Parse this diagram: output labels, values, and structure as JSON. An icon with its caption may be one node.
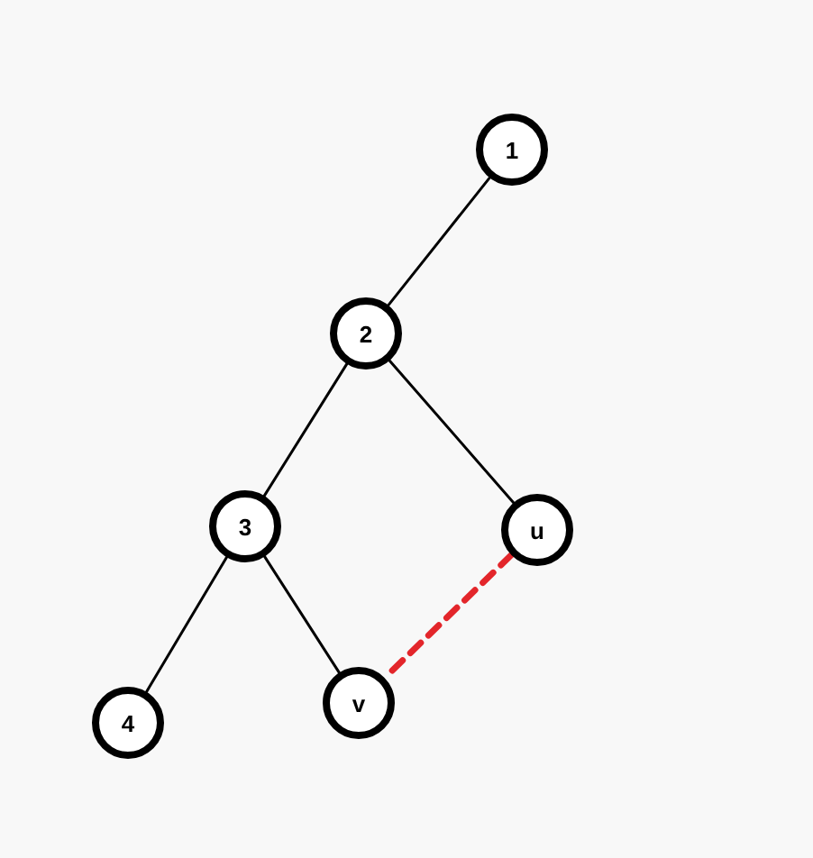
{
  "diagram": {
    "nodes": [
      {
        "text": [
          "1"
        ]
      },
      {
        "text": [
          "2"
        ]
      },
      {
        "text": [
          "3"
        ]
      },
      {
        "text": [
          "u"
        ]
      },
      {
        "text": [
          "4"
        ]
      },
      {
        "text": [
          "v"
        ]
      }
    ],
    "edges": [
      {
        "from": 0,
        "to": 1,
        "arrow": "none"
      },
      {
        "from": 1,
        "to": 2,
        "arrow": "none"
      },
      {
        "from": 1,
        "to": 3,
        "arrow": "none"
      },
      {
        "from": 2,
        "to": 4,
        "arrow": "none"
      },
      {
        "from": 2,
        "to": 5,
        "arrow": "none"
      },
      {
        "from": 3,
        "to": 5,
        "arrow": "none",
        "style": "dashed",
        "color": "#e3262b"
      }
    ]
  }
}
